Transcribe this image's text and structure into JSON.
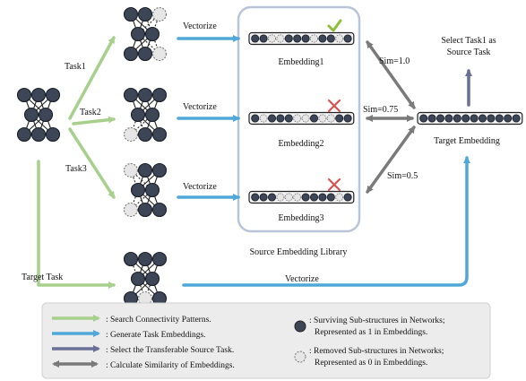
{
  "labels": {
    "task1": "Task1",
    "task2": "Task2",
    "task3": "Task3",
    "target_task": "Target Task",
    "vectorize": "Vectorize",
    "embedding1": "Embedding1",
    "embedding2": "Embedding2",
    "embedding3": "Embedding3",
    "library": "Source Embedding Library",
    "target_embedding": "Target Embedding",
    "sim1": "Sim=1.0",
    "sim2": "Sim=0.75",
    "sim3": "Sim=0.5",
    "select_line1": "Select Task1 as",
    "select_line2": "Source Task"
  },
  "embeddings": {
    "embedding1": [
      1,
      1,
      0,
      0,
      1,
      1,
      1,
      0,
      1,
      1,
      0,
      1
    ],
    "embedding2": [
      1,
      0,
      1,
      1,
      1,
      0,
      0,
      1,
      0,
      0,
      1,
      1
    ],
    "embedding3": [
      1,
      1,
      1,
      0,
      0,
      0,
      1,
      1,
      1,
      1,
      0,
      1
    ],
    "target": [
      1,
      1,
      1,
      1,
      1,
      1,
      1,
      1,
      1,
      1,
      1,
      1
    ]
  },
  "marks": {
    "embedding1": "check",
    "embedding2": "cross",
    "embedding3": "cross"
  },
  "legend": {
    "search": ": Search Connectivity Patterns.",
    "generate": ": Generate Task Embeddings.",
    "select": ": Select the Transferable Source Task.",
    "similarity": ": Calculate Similarity of Embeddings.",
    "surviving_1": ": Surviving Sub-structures in Networks;",
    "surviving_2": "Represented as 1 in Embeddings.",
    "removed_1": ": Removed Sub-structures in Networks;",
    "removed_2": "Represented as 0 in Embeddings."
  },
  "colors": {
    "green": "#a8d08d",
    "blue": "#4fa8d8",
    "purple": "#6a6f95",
    "gray": "#7a7a7a",
    "node": "#3d4656",
    "removed_node": "#e6e6e6",
    "library_border": "#b8c4d8",
    "check": "#8fbe3a",
    "cross": "#d9534f"
  }
}
